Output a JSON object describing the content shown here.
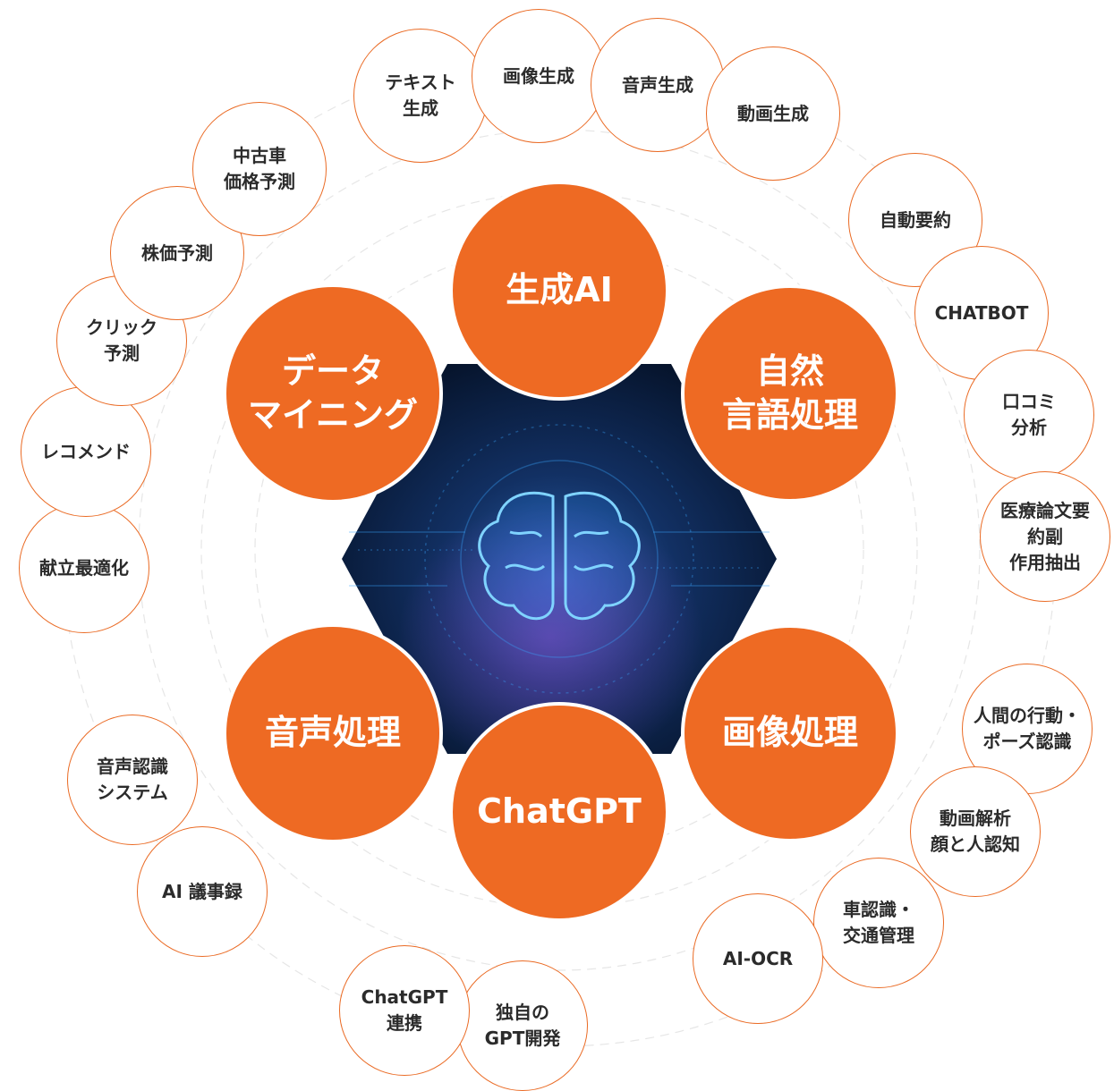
{
  "colors": {
    "accent": "#ee6a23",
    "outline": "#ea6b25",
    "center_bg": "#0a1c3b",
    "glow": "#2f9bff"
  },
  "center": {
    "image": "brain-circuit-icon"
  },
  "categories": [
    {
      "id": "generative-ai",
      "label": "生成AI"
    },
    {
      "id": "nlp",
      "label": "自然\n言語処理"
    },
    {
      "id": "image",
      "label": "画像処理"
    },
    {
      "id": "chatgpt",
      "label": "ChatGPT"
    },
    {
      "id": "speech",
      "label": "音声処理"
    },
    {
      "id": "data-mining",
      "label": "データ\nマイニング"
    }
  ],
  "use_cases": [
    {
      "id": "text-gen",
      "label": "テキスト\n生成"
    },
    {
      "id": "image-gen",
      "label": "画像生成"
    },
    {
      "id": "voice-gen",
      "label": "音声生成"
    },
    {
      "id": "video-gen",
      "label": "動画生成"
    },
    {
      "id": "auto-summary",
      "label": "自動要約"
    },
    {
      "id": "chatbot",
      "label": "CHATBOT"
    },
    {
      "id": "review-analysis",
      "label": "口コミ\n分析"
    },
    {
      "id": "medical-paper",
      "label": "医療論文要\n約副\n作用抽出"
    },
    {
      "id": "pose-recognition",
      "label": "人間の行動・\nポーズ認識"
    },
    {
      "id": "video-face",
      "label": "動画解析\n顔と人認知"
    },
    {
      "id": "vehicle-traffic",
      "label": "車認識・\n交通管理"
    },
    {
      "id": "ai-ocr",
      "label": "AI-OCR"
    },
    {
      "id": "own-gpt",
      "label": "独自の\nGPT開発"
    },
    {
      "id": "chatgpt-integration",
      "label": "ChatGPT\n連携"
    },
    {
      "id": "ai-minutes",
      "label": "AI 議事録"
    },
    {
      "id": "speech-recognition",
      "label": "音声認識\nシステム"
    },
    {
      "id": "menu-optimization",
      "label": "献立最適化"
    },
    {
      "id": "recommend",
      "label": "レコメンド"
    },
    {
      "id": "click-prediction",
      "label": "クリック\n予測"
    },
    {
      "id": "stock-prediction",
      "label": "株価予測"
    },
    {
      "id": "used-car-price",
      "label": "中古車\n価格予測"
    }
  ]
}
